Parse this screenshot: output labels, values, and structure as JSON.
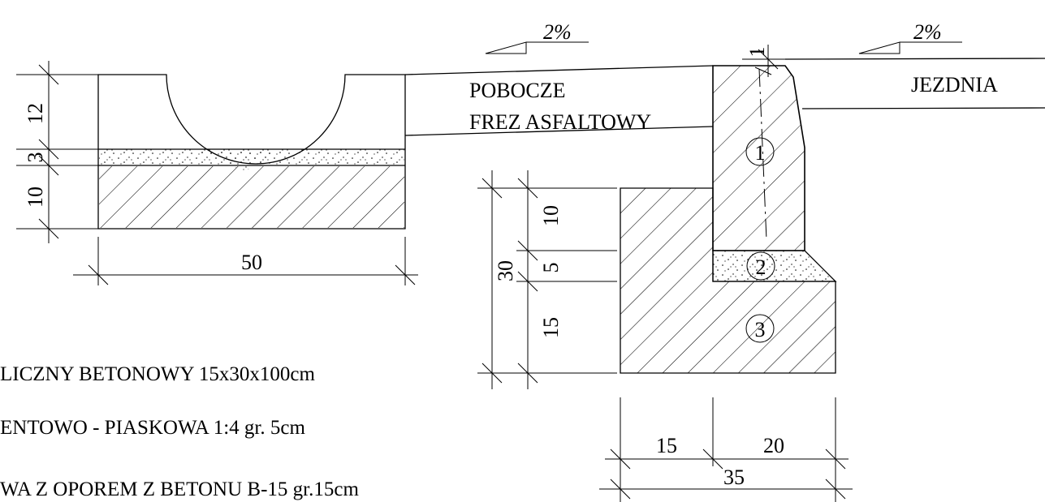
{
  "slopes": {
    "left": "2%",
    "right": "2%"
  },
  "labels": {
    "shoulder": "POBOCZE",
    "shoulder_material": "FREZ ASFALTOWY",
    "roadway": "JEZDNIA"
  },
  "markers": {
    "one": "1",
    "two": "2",
    "three": "3"
  },
  "dimensions": {
    "channel_depth": "12",
    "channel_sand": "3",
    "channel_base": "10",
    "channel_width": "50",
    "kerb_step": "1",
    "kerb_upper": "10",
    "kerb_mid": "5",
    "kerb_lower": "15",
    "kerb_total": "30",
    "base_left": "15",
    "base_right": "20",
    "base_total": "35"
  },
  "legend": [
    "LICZNY BETONOWY 15x30x100cm",
    "ENTOWO - PIASKOWA 1:4 gr. 5cm",
    "WA Z OPOREM Z BETONU B-15 gr.15cm"
  ]
}
